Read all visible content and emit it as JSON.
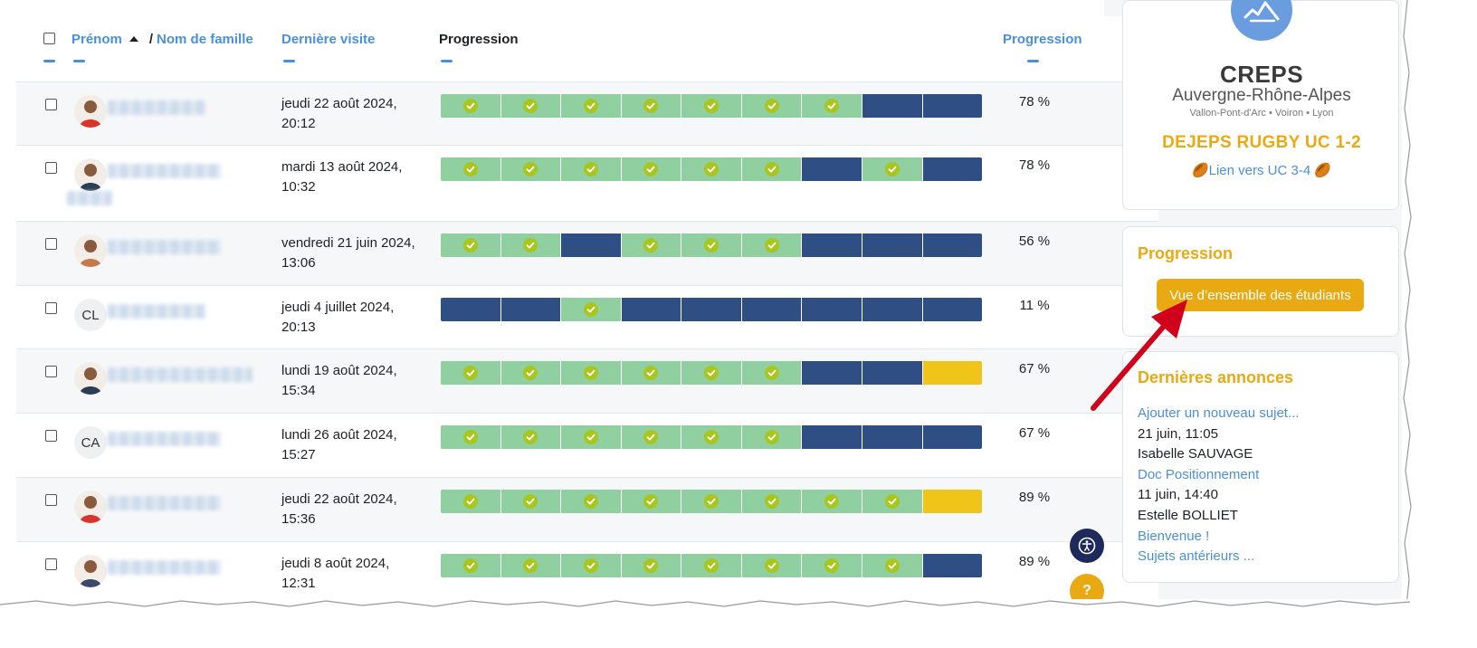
{
  "table": {
    "headers": {
      "firstname": "Prénom",
      "separator": "/",
      "lastname": "Nom de famille",
      "last_visit": "Dernière visite",
      "progression_bar": "Progression",
      "progression_pct": "Progression"
    },
    "rows": [
      {
        "avatar": "photo",
        "initials": "",
        "visit_line1": "jeudi 22 août 2024,",
        "visit_line2": "20:12",
        "segments": [
          "done",
          "done",
          "done",
          "done",
          "done",
          "done",
          "done",
          "todo",
          "todo"
        ],
        "percent": "78 %",
        "progress_fraction": 0.78
      },
      {
        "avatar": "photo",
        "initials": "",
        "visit_line1": "mardi 13 août 2024,",
        "visit_line2": "10:32",
        "segments": [
          "done",
          "done",
          "done",
          "done",
          "done",
          "done",
          "todo",
          "done",
          "todo"
        ],
        "percent": "78 %",
        "progress_fraction": 0.78
      },
      {
        "avatar": "photo",
        "initials": "",
        "visit_line1": "vendredi 21 juin 2024,",
        "visit_line2": "13:06",
        "segments": [
          "done",
          "done",
          "todo",
          "done",
          "done",
          "done",
          "todo",
          "todo",
          "todo"
        ],
        "percent": "56 %",
        "progress_fraction": 0.56
      },
      {
        "avatar": "initials",
        "initials": "CL",
        "visit_line1": "jeudi 4 juillet 2024,",
        "visit_line2": "20:13",
        "segments": [
          "todo",
          "todo",
          "done",
          "todo",
          "todo",
          "todo",
          "todo",
          "todo",
          "todo"
        ],
        "percent": "11 %",
        "progress_fraction": 0.11
      },
      {
        "avatar": "photo",
        "initials": "",
        "visit_line1": "lundi 19 août 2024,",
        "visit_line2": "15:34",
        "segments": [
          "done",
          "done",
          "done",
          "done",
          "done",
          "done",
          "todo",
          "todo",
          "part"
        ],
        "percent": "67 %",
        "progress_fraction": 0.67
      },
      {
        "avatar": "initials",
        "initials": "CA",
        "visit_line1": "lundi 26 août 2024,",
        "visit_line2": "15:27",
        "segments": [
          "done",
          "done",
          "done",
          "done",
          "done",
          "done",
          "todo",
          "todo",
          "todo"
        ],
        "percent": "67 %",
        "progress_fraction": 0.67
      },
      {
        "avatar": "photo",
        "initials": "",
        "visit_line1": "jeudi 22 août 2024,",
        "visit_line2": "15:36",
        "segments": [
          "done",
          "done",
          "done",
          "done",
          "done",
          "done",
          "done",
          "done",
          "part"
        ],
        "percent": "89 %",
        "progress_fraction": 0.89
      },
      {
        "avatar": "photo",
        "initials": "",
        "visit_line1": "jeudi 8 août 2024,",
        "visit_line2": "12:31",
        "segments": [
          "done",
          "done",
          "done",
          "done",
          "done",
          "done",
          "done",
          "done",
          "todo"
        ],
        "percent": "89 %",
        "progress_fraction": 0.89
      }
    ]
  },
  "floating": {
    "accessibility_icon": "accessibility-icon",
    "help_label": "?"
  },
  "sidebar": {
    "brand": {
      "name": "CREPS",
      "region": "Auvergne-Rhône-Alpes",
      "cities": "Vallon-Pont-d'Arc • Voiron • Lyon",
      "course_title": "DEJEPS RUGBY UC 1-2",
      "link_label": "🏉Lien vers UC 3-4 🏉"
    },
    "progression": {
      "title": "Progression",
      "button_label": "Vue d’ensemble des étudiants"
    },
    "announcements": {
      "title": "Dernières annonces",
      "add_link": "Ajouter un nouveau sujet...",
      "items": [
        {
          "date": "21 juin, 11:05",
          "author": "Isabelle SAUVAGE",
          "subject": "Doc Positionnement"
        },
        {
          "date": "11 juin, 14:40",
          "author": "Estelle BOLLIET",
          "subject": "Bienvenue !"
        }
      ],
      "older_link": "Sujets antérieurs ..."
    }
  },
  "colors": {
    "link": "#4a90d9",
    "accent": "#e8a913",
    "segment_done": "#8fcfa0",
    "segment_todo": "#2f4f84",
    "segment_partial": "#f0c419",
    "check": "#a9c520",
    "annotation_arrow": "#d0021b"
  }
}
